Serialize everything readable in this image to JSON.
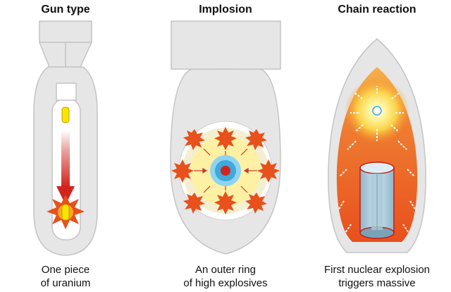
{
  "panels": [
    {
      "title": "Gun type",
      "caption_line1": "One piece",
      "caption_line2": "of uranium"
    },
    {
      "title": "Implosion",
      "caption_line1": "An outer ring",
      "caption_line2": "of high explosives"
    },
    {
      "title": "Chain reaction",
      "caption_line1": "First nuclear explosion",
      "caption_line2": "triggers massive"
    }
  ],
  "colors": {
    "casing": "#e6e6e6",
    "casing_stroke": "#c4c4c4",
    "uranium_yellow": "#f7e500",
    "arrow_red": "#d2231e",
    "explosion_orange": "#e8501c",
    "implosion_blue": "#3fa9dc",
    "chain_orange": "#ea5a2a"
  },
  "icons": [
    "gun-bomb-icon",
    "implosion-bomb-icon",
    "chain-reaction-bomb-icon"
  ]
}
